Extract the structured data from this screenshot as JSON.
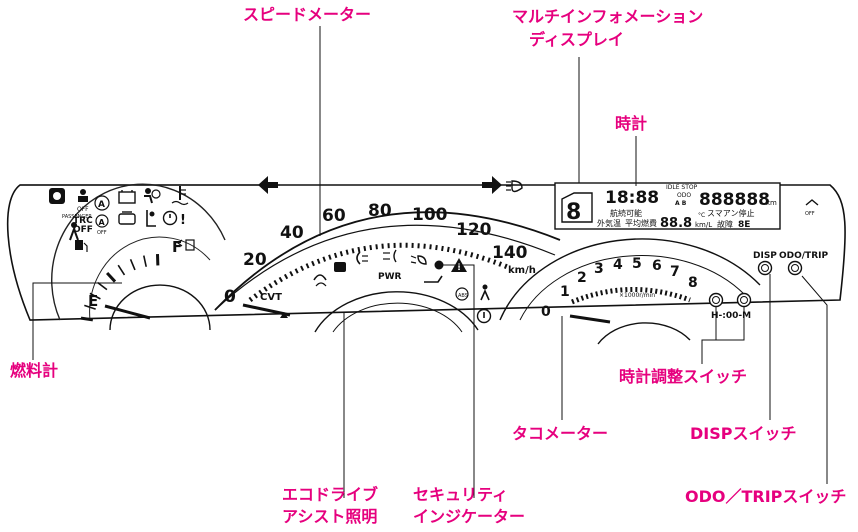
{
  "callouts": {
    "speedometer": "スピードメーター",
    "mid_line1": "マルチインフォメーション",
    "mid_line2": "ディスプレイ",
    "clock": "時計",
    "fuel_gauge": "燃料計",
    "clock_switch": "時計調整スイッチ",
    "tachometer": "タコメーター",
    "disp_switch": "DISPスイッチ",
    "eco_line1": "エコドライブ",
    "eco_line2": "アシスト照明",
    "security_line1": "セキュリティ",
    "security_line2": "インジケーター",
    "odo_switch": "ODO／TRIPスイッチ"
  },
  "speedometer": {
    "ticks": [
      "0",
      "20",
      "40",
      "60",
      "80",
      "100",
      "120",
      "140"
    ],
    "unit": "km/h",
    "cvt": "CVT",
    "pwr": "PWR"
  },
  "tachometer": {
    "ticks": [
      "0",
      "1",
      "2",
      "3",
      "4",
      "5",
      "6",
      "7",
      "8"
    ],
    "unit": "×1000r/min",
    "clock_buttons": "H-:00-M"
  },
  "fuel_gauge": {
    "full": "F",
    "empty": "E"
  },
  "warning_labels": {
    "passenger": "PASSENGER",
    "off": "OFF",
    "trc": "TRC",
    "a": "A"
  },
  "display": {
    "digits_top": "18:88",
    "idle_stop": "IDLE STOP",
    "odo": "ODO",
    "ab": "A B",
    "odo_digits": "888888",
    "km": "km",
    "gear": "8",
    "range": "航続可能",
    "outside": "外気温",
    "avg": "平均燃費",
    "small_digits": "88.8",
    "degc": "°C",
    "kml": "km/L",
    "smart": "スマアン停止",
    "fault": "故障",
    "fault_code": "8E"
  },
  "buttons": {
    "disp": "DISP",
    "odo_trip": "ODO/TRIP"
  }
}
